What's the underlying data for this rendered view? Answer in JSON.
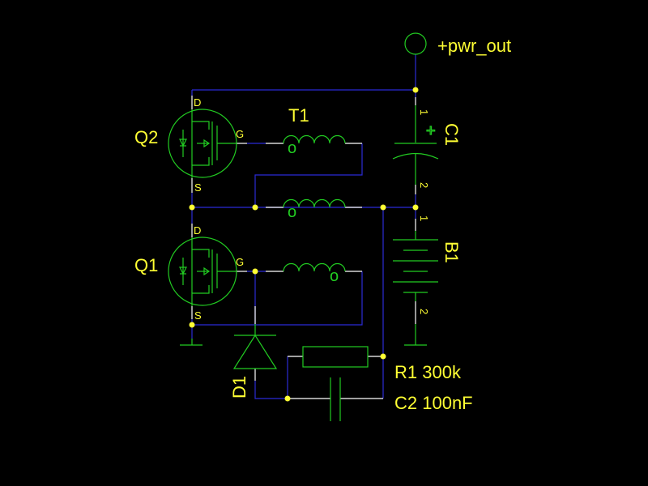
{
  "power_port": {
    "label": "+pwr_out"
  },
  "q2": {
    "ref": "Q2",
    "pin_d": "D",
    "pin_g": "G",
    "pin_s": "S"
  },
  "q1": {
    "ref": "Q1",
    "pin_d": "D",
    "pin_g": "G",
    "pin_s": "S"
  },
  "t1": {
    "ref": "T1",
    "dot": "o"
  },
  "c1": {
    "ref": "C1",
    "pin1": "1",
    "pin2": "2",
    "polarity": "+"
  },
  "b1": {
    "ref": "B1",
    "pin1": "1",
    "pin2": "2"
  },
  "d1": {
    "ref": "D1"
  },
  "r1": {
    "label": "R1 300k"
  },
  "c2": {
    "label": "C2 100nF"
  },
  "colors": {
    "wire": "#2b2bd6",
    "component": "#22cc22",
    "label": "#ffff33",
    "pin": "#ffffff",
    "background": "#000000"
  }
}
